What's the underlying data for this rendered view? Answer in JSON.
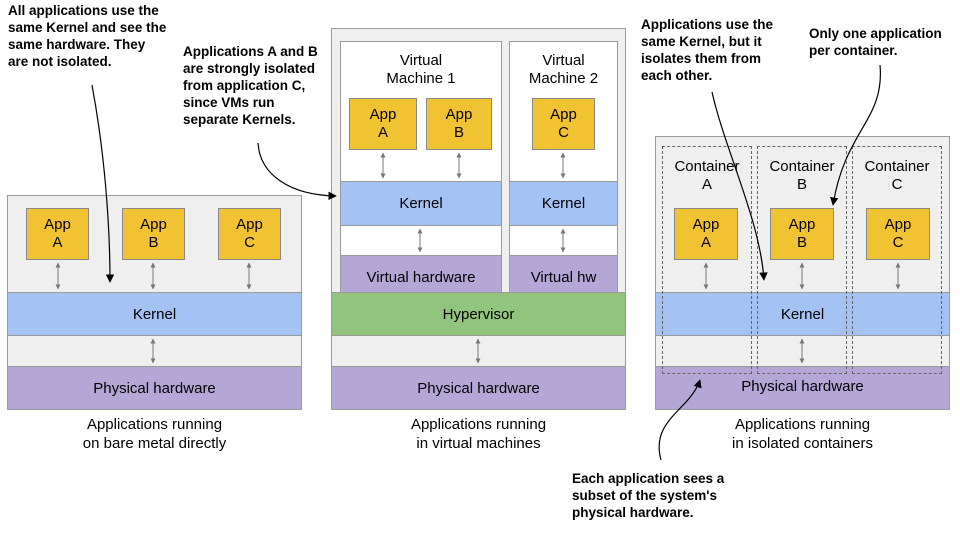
{
  "bare": {
    "apps": [
      {
        "line1": "App",
        "line2": "A"
      },
      {
        "line1": "App",
        "line2": "B"
      },
      {
        "line1": "App",
        "line2": "C"
      }
    ],
    "kernel": "Kernel",
    "hardware": "Physical hardware",
    "caption_line1": "Applications running",
    "caption_line2": "on bare metal directly"
  },
  "vm": {
    "vm1_line1": "Virtual",
    "vm1_line2": "Machine 1",
    "vm2_line1": "Virtual",
    "vm2_line2": "Machine 2",
    "apps": [
      {
        "line1": "App",
        "line2": "A"
      },
      {
        "line1": "App",
        "line2": "B"
      },
      {
        "line1": "App",
        "line2": "C"
      }
    ],
    "kernel1": "Kernel",
    "kernel2": "Kernel",
    "vhw1": "Virtual hardware",
    "vhw2": "Virtual hw",
    "hypervisor": "Hypervisor",
    "hardware": "Physical hardware",
    "caption_line1": "Applications running",
    "caption_line2": "in virtual machines"
  },
  "containers": {
    "containers": [
      {
        "line1": "Container",
        "line2": "A"
      },
      {
        "line1": "Container",
        "line2": "B"
      },
      {
        "line1": "Container",
        "line2": "C"
      }
    ],
    "apps": [
      {
        "line1": "App",
        "line2": "A"
      },
      {
        "line1": "App",
        "line2": "B"
      },
      {
        "line1": "App",
        "line2": "C"
      }
    ],
    "kernel": "Kernel",
    "hardware": "Physical hardware",
    "caption_line1": "Applications running",
    "caption_line2": "in isolated containers"
  },
  "notes": {
    "bare": [
      "All applications use the",
      "same Kernel and see the",
      "same hardware. They",
      "are not isolated."
    ],
    "vm": [
      "Applications A and B",
      "are strongly isolated",
      "from application C,",
      "since VMs run",
      "separate Kernels."
    ],
    "kernel": [
      "Applications use the",
      "same Kernel, but it",
      "isolates them from",
      "each other."
    ],
    "one_app": [
      "Only one application",
      "per container."
    ],
    "subset": [
      "Each application sees a",
      "subset of the system's",
      "physical hardware."
    ]
  }
}
